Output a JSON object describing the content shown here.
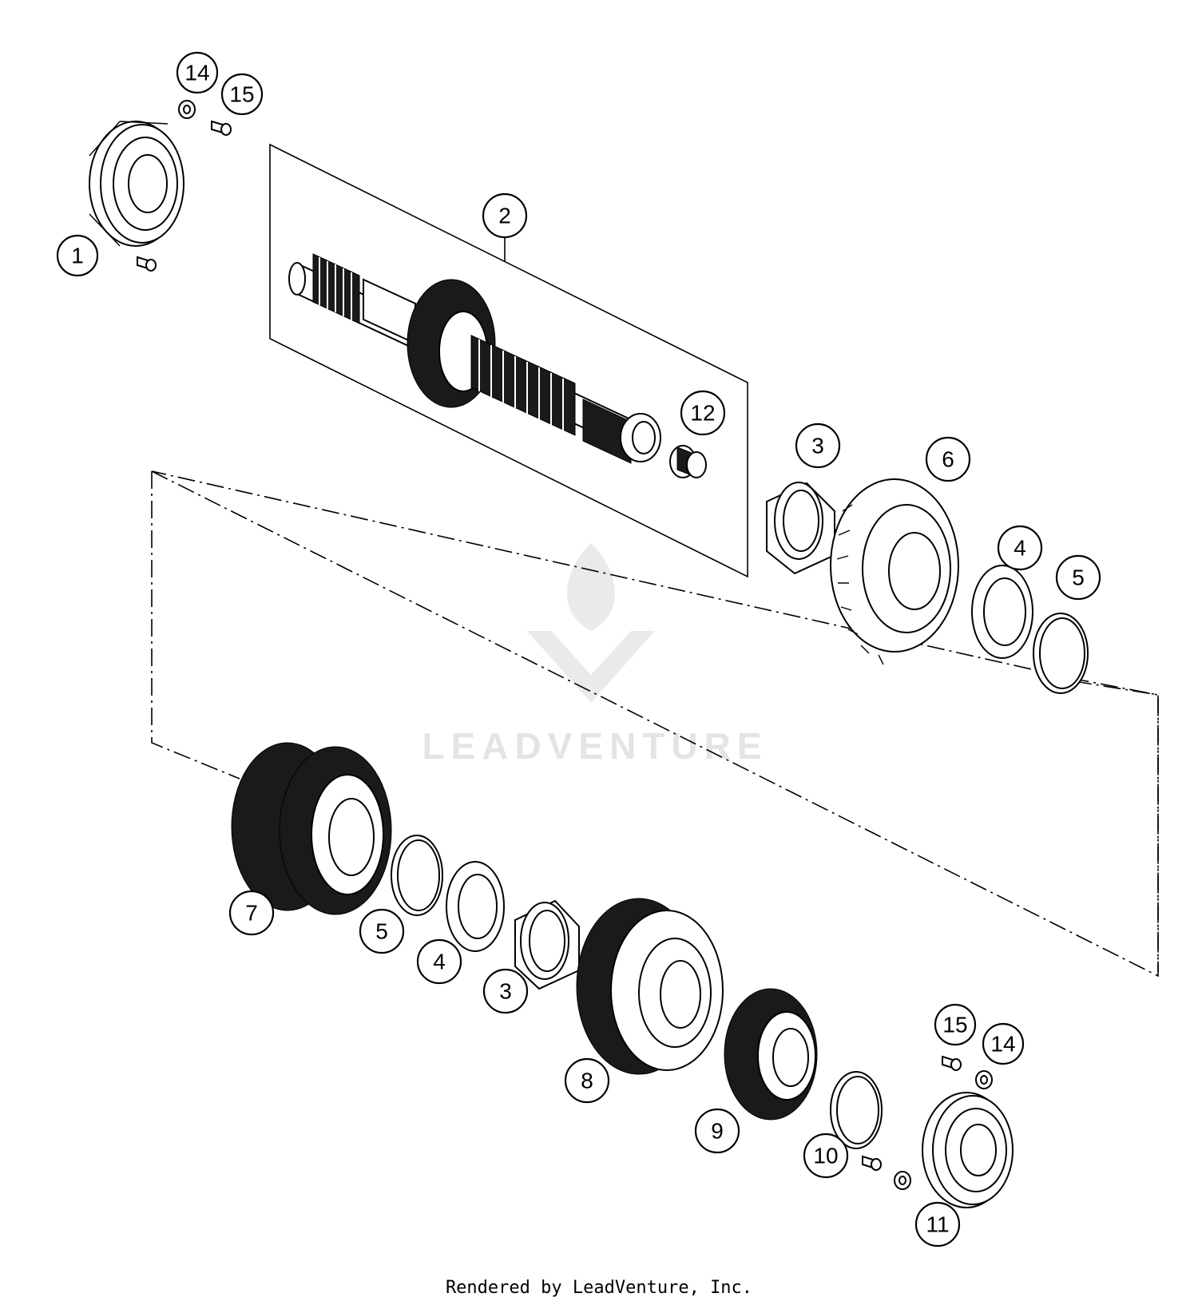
{
  "watermark": {
    "brand": "LEADVENTURE"
  },
  "footer": {
    "credit": "Rendered by LeadVenture, Inc."
  },
  "callouts": [
    {
      "id": "c1",
      "label": "1"
    },
    {
      "id": "c14a",
      "label": "14"
    },
    {
      "id": "c15a",
      "label": "15"
    },
    {
      "id": "c2",
      "label": "2"
    },
    {
      "id": "c12",
      "label": "12"
    },
    {
      "id": "c3a",
      "label": "3"
    },
    {
      "id": "c6",
      "label": "6"
    },
    {
      "id": "c4a",
      "label": "4"
    },
    {
      "id": "c5a",
      "label": "5"
    },
    {
      "id": "c7",
      "label": "7"
    },
    {
      "id": "c5b",
      "label": "5"
    },
    {
      "id": "c4b",
      "label": "4"
    },
    {
      "id": "c3b",
      "label": "3"
    },
    {
      "id": "c8",
      "label": "8"
    },
    {
      "id": "c9",
      "label": "9"
    },
    {
      "id": "c15b",
      "label": "15"
    },
    {
      "id": "c14b",
      "label": "14"
    },
    {
      "id": "c10",
      "label": "10"
    },
    {
      "id": "c11",
      "label": "11"
    }
  ]
}
